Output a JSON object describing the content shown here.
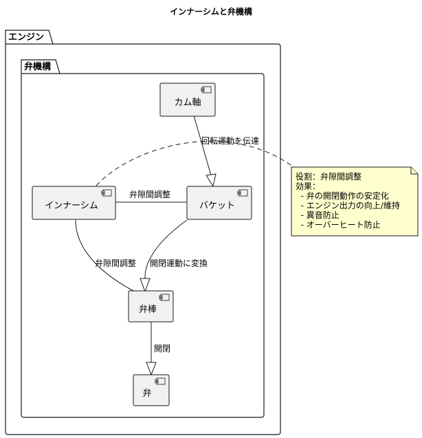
{
  "title": "インナーシムと弁機構",
  "packages": {
    "outer": "エンジン",
    "inner": "弁機構"
  },
  "components": {
    "camshaft": "カム軸",
    "inner_shim": "インナーシム",
    "bucket": "バケット",
    "valve_stem": "弁棒",
    "valve": "弁"
  },
  "edges": {
    "cam_to_bucket": "回転運動を伝達",
    "shim_bucket": "弁隙間調整",
    "shim_to_stem": "弁隙間調整",
    "bucket_to_stem": "開閉運動に変換",
    "stem_to_valve": "開閉"
  },
  "note": {
    "lines": [
      "役割：弁隙間調整",
      "効果：",
      "  - 弁の開閉動作の安定化",
      "  - エンジン出力の向上/維持",
      "  - 異音防止",
      "  - オーバーヒート防止"
    ]
  },
  "colors": {
    "component_fill": "#f1f1f1",
    "note_fill": "#fefece",
    "stroke": "#181818"
  }
}
